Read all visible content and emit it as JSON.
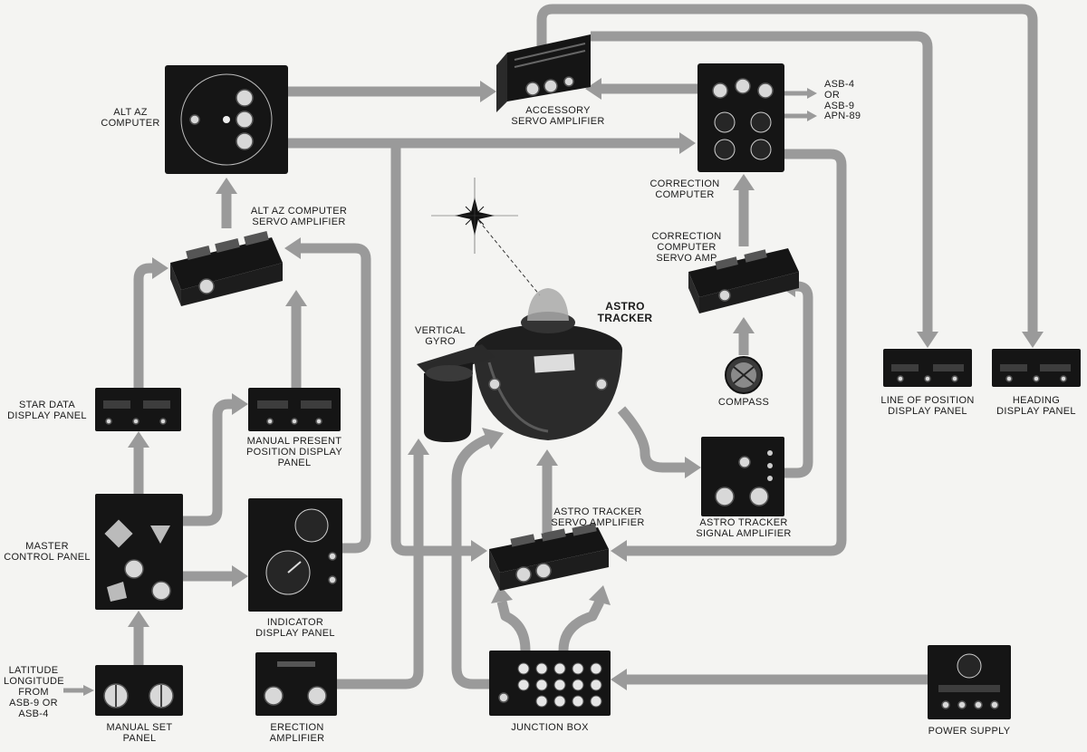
{
  "colors": {
    "background": "#f4f4f2",
    "connector": "#9a9a9a",
    "equipment": "#151515",
    "text": "#1a1a1a"
  },
  "components": {
    "alt_az_computer": "ALT AZ\nCOMPUTER",
    "accessory_servo_amplifier": "ACCESSORY\nSERVO AMPLIFIER",
    "asb4_or_asb9": "ASB-4\nOR\nASB-9",
    "apn89": "APN-89",
    "correction_computer": "CORRECTION\nCOMPUTER",
    "alt_az_computer_servo_amplifier": "ALT AZ COMPUTER\nSERVO AMPLIFIER",
    "correction_computer_servo_amp": "CORRECTION\nCOMPUTER\nSERVO AMP",
    "astro_tracker": "ASTRO\nTRACKER",
    "vertical_gyro": "VERTICAL\nGYRO",
    "star_data_display_panel": "STAR DATA\nDISPLAY PANEL",
    "manual_present_position_display_panel": "MANUAL PRESENT\nPOSITION DISPLAY\nPANEL",
    "compass": "COMPASS",
    "line_of_position_display_panel": "LINE OF POSITION\nDISPLAY PANEL",
    "heading_display_panel": "HEADING\nDISPLAY PANEL",
    "master_control_panel": "MASTER\nCONTROL PANEL",
    "indicator_display_panel": "INDICATOR\nDISPLAY PANEL",
    "astro_tracker_servo_amplifier": "ASTRO TRACKER\nSERVO AMPLIFIER",
    "astro_tracker_signal_amplifier": "ASTRO TRACKER\nSIGNAL AMPLIFIER",
    "latitude_longitude_input": "LATITUDE\nLONGITUDE\nFROM\nASB-9 OR\nASB-4",
    "manual_set_panel": "MANUAL SET\nPANEL",
    "erection_amplifier": "ERECTION\nAMPLIFIER",
    "junction_box": "JUNCTION BOX",
    "power_supply": "POWER SUPPLY"
  },
  "icons": [
    "star-sparkle-icon"
  ]
}
